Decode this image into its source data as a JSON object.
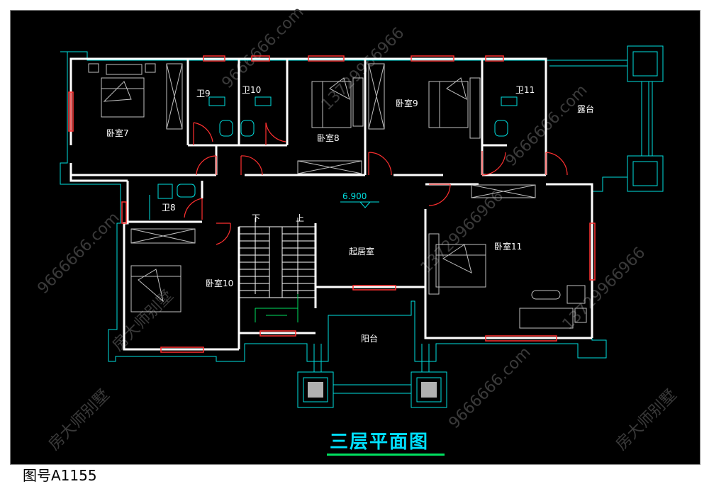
{
  "drawing": {
    "title": "三层平面图",
    "drawing_number": "图号A1155",
    "elevation": "6.900"
  },
  "rooms": {
    "bedroom7": "卧室7",
    "bath9": "卫9",
    "bath10": "卫10",
    "bedroom8": "卧室8",
    "bedroom9": "卧室9",
    "bath11": "卫11",
    "terrace": "露台",
    "bath8": "卫8",
    "bedroom10": "卧室10",
    "living": "起居室",
    "bedroom11": "卧室11",
    "balcony": "阳台"
  },
  "stairs": {
    "down": "下",
    "up": "上"
  },
  "watermark": {
    "brand": "房大师别墅",
    "site": "9666666.com",
    "phone": "13729966966"
  },
  "colors": {
    "background": "#000000",
    "wall": "#ffffff",
    "window": "#ff3030",
    "outline": "#00e0e0",
    "title": "#00e0ff"
  }
}
